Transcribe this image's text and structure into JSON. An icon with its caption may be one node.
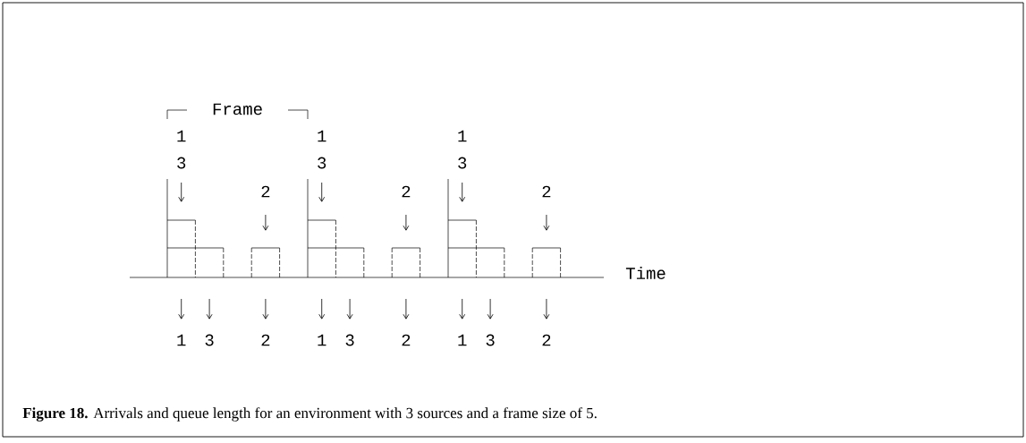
{
  "diagram": {
    "caption": "**Figure 18.** Arrivals and queue length for an environment with 3 sources and a frame size of 5.",
    "labels": [
      "Frame",
      "1",
      "1",
      "1",
      "3",
      "3",
      "3",
      "2",
      "2",
      "2",
      "Time",
      "1",
      "3",
      "2",
      "1",
      "3",
      "2",
      "1",
      "3",
      "2"
    ]
  }
}
